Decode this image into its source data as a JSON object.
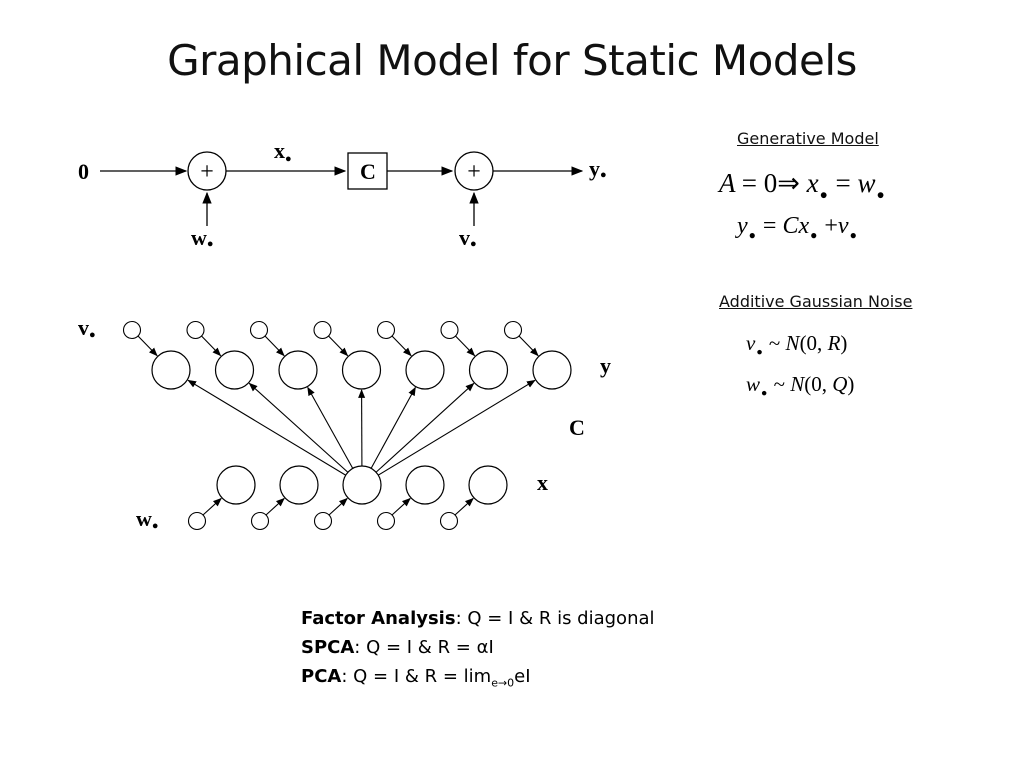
{
  "slide": {
    "title": "Graphical Model for Static Models"
  },
  "block_diagram": {
    "input": "0",
    "sum_symbol": "+",
    "state": "x",
    "matrix": "C",
    "output": "y",
    "state_noise": "w",
    "obs_noise": "v",
    "bullet": "●"
  },
  "network_diagram": {
    "obs_noise_label": "v",
    "state_noise_label": "w",
    "obs_layer_label": "y",
    "matrix_label": "C",
    "state_layer_label": "x",
    "obs_nodes": 7,
    "state_nodes": 5
  },
  "generative_model": {
    "heading": "Generative Model",
    "line1": {
      "lhs": "A",
      "eq": "=",
      "zero": "0",
      "implies": "⇒",
      "x": "x",
      "w": "w"
    },
    "line2": {
      "y": "y",
      "eq": "=",
      "Cx": "Cx",
      "plus": "+",
      "v": "v"
    }
  },
  "noise": {
    "heading": "Additive Gaussian Noise",
    "line1": {
      "var": "v",
      "tilde": "~",
      "N": "N",
      "args_open": "(0, ",
      "cov": "R",
      "args_close": ")"
    },
    "line2": {
      "var": "w",
      "tilde": "~",
      "N": "N",
      "args_open": "(0, ",
      "cov": "Q",
      "args_close": ")"
    }
  },
  "notes": {
    "fa_label": "Factor Analysis",
    "fa_text": ": Q = I & R is diagonal",
    "spca_label": "SPCA",
    "spca_text": ": Q = I & R = αI",
    "pca_label": "PCA",
    "pca_text": ": Q = I & R = lim",
    "pca_sub": "e→0",
    "pca_tail": "eI"
  }
}
